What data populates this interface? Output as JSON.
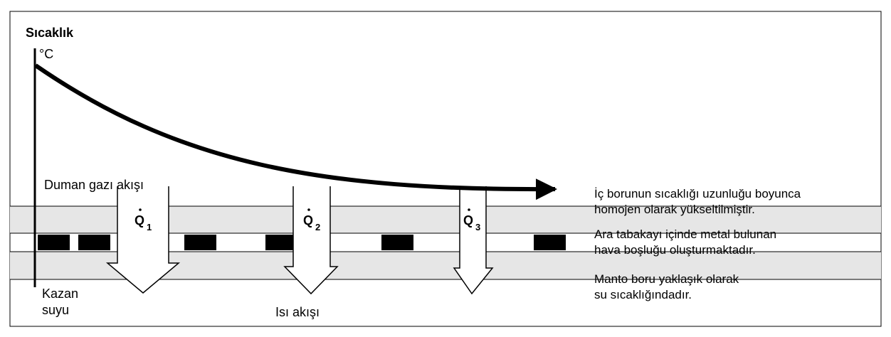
{
  "y_axis": {
    "title": "Sıcaklık",
    "unit": "°C"
  },
  "labels": {
    "flue_gas_flow": "Duman gazı akışı",
    "boiler_water_1": "Kazan",
    "boiler_water_2": "suyu",
    "heat_flow": "Isı akışı"
  },
  "heat_quantities": [
    {
      "symbol": "Q",
      "subscript": "1"
    },
    {
      "symbol": "Q",
      "subscript": "2"
    },
    {
      "symbol": "Q",
      "subscript": "3"
    }
  ],
  "annotations": {
    "inner_pipe_1": "İç borunun sıcaklığı uzunluğu boyunca",
    "inner_pipe_2": "homojen olarak yükseltilmiştir.",
    "intermediate_1": "Ara tabakayı içinde metal bulunan",
    "intermediate_2": "hava boşluğu oluşturmaktadır.",
    "jacket_1": "Manto boru yaklaşık olarak",
    "jacket_2": "su sıcaklığındadır."
  },
  "colors": {
    "layer_fill": "#e6e6e6",
    "line": "#000000",
    "metal": "#000000"
  }
}
